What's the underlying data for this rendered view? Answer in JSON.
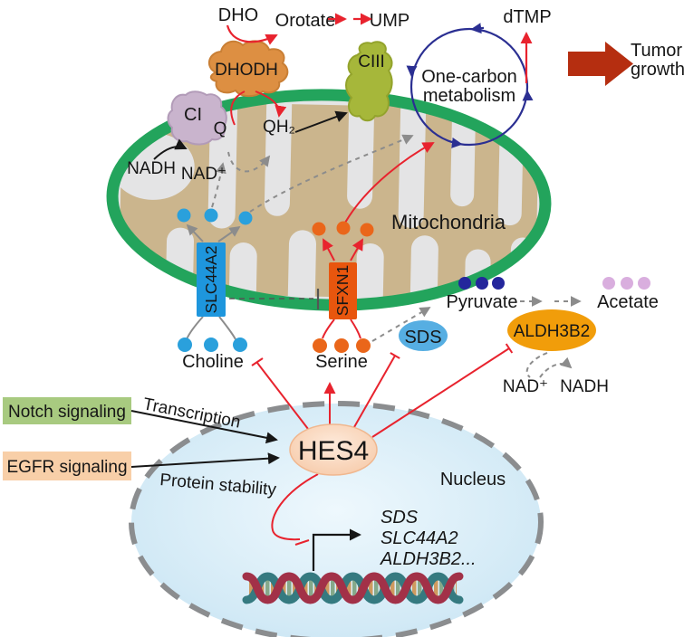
{
  "figure": {
    "top": {
      "dho": "DHO",
      "orotate": "Orotate",
      "ump": "UMP",
      "dtmp": "dTMP",
      "one_carbon_line1": "One-carbon",
      "one_carbon_line2": "metabolism",
      "tumor_line1": "Tumor",
      "tumor_line2": "growth"
    },
    "mitochondria": {
      "label": "Mitochondria",
      "complex1": "CI",
      "dhodh": "DHODH",
      "complex3": "CIII",
      "q": "Q",
      "qh2": "QH₂",
      "nadh": "NADH",
      "nad": "NAD⁺"
    },
    "transporters": {
      "slc44a2": "SLC44A2",
      "sfxn1": "SFXN1"
    },
    "metabolites": {
      "choline": "Choline",
      "serine": "Serine",
      "pyruvate": "Pyruvate",
      "acetate": "Acetate",
      "nad": "NAD⁺",
      "nadh": "NADH"
    },
    "enzymes": {
      "sds": "SDS",
      "aldh3b2": "ALDH3B2"
    },
    "signaling": {
      "notch": "Notch signaling",
      "egfr": "EGFR signaling",
      "transcription": "Transcription",
      "protein_stability": "Protein stability"
    },
    "nucleus": {
      "label": "Nucleus",
      "hes4": "HES4",
      "gene1": "SDS",
      "gene2": "SLC44A2",
      "gene3": "ALDH3B2..."
    },
    "colors": {
      "red_arrow": "#e8232e",
      "navy": "#2b2f92",
      "gray_dashed": "#8c8c8c",
      "membrane_green": "#23a45c",
      "matrix_tan": "#cbb58d",
      "mito_gray": "#e4e4e5",
      "slc44a2_blue": "#1e96dd",
      "choline_dot_blue": "#2aa0dc",
      "sfxn1_orange": "#e8560e",
      "serine_dot_orange": "#ea661a",
      "pyruvate_dot_navy": "#24269c",
      "acetate_dot_pink": "#d9aede",
      "sds_blue": "#56aee2",
      "aldh3b2_orange": "#f19d0a",
      "hes4_peach": "#f9d6ba",
      "nucleus_blue": "#d3eaf6",
      "notch_green": "#a8ca80",
      "egfr_peach": "#f8cfa8",
      "tumor_arrow_red": "#b52e10",
      "dhodh_orange": "#dd8f42",
      "ci_purple": "#c9b4cd",
      "ciii_green": "#a6b73a",
      "dna_teal": "#357a80",
      "dna_crimson": "#a23148"
    }
  }
}
